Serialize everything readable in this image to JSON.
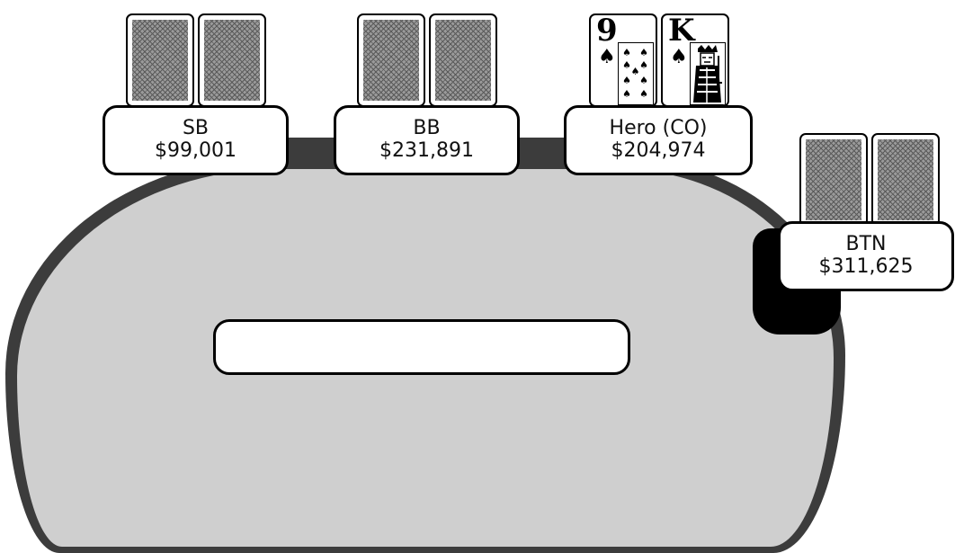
{
  "seats": [
    {
      "position": "SB",
      "stack": "$99,001"
    },
    {
      "position": "BB",
      "stack": "$231,891"
    },
    {
      "position": "Hero (CO)",
      "stack": "$204,974"
    },
    {
      "position": "BTN",
      "stack": "$311,625"
    }
  ],
  "hero_cards": [
    {
      "rank": "9",
      "suit": "♠"
    },
    {
      "rank": "K",
      "suit": "♠"
    }
  ],
  "colors": {
    "felt": "#cfcfcf",
    "rail": "#3c3c3c",
    "card_border": "#000000"
  }
}
